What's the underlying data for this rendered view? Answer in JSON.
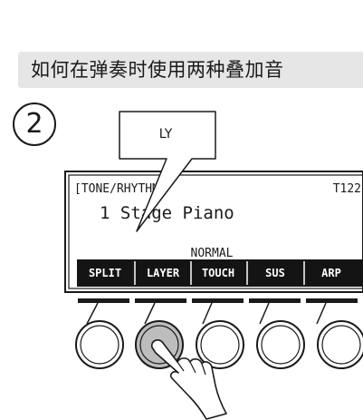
{
  "header": {
    "title": "如何在弹奏时使用两种叠加音"
  },
  "step": {
    "number": "2"
  },
  "callout": {
    "label": "LY"
  },
  "display": {
    "mode_label": "[TONE/RHYTHM]",
    "tempo": "T122",
    "tone_name": "1 Stage Piano",
    "status": "NORMAL",
    "function_labels": [
      "SPLIT",
      "LAYER",
      "TOUCH",
      "SUS",
      "ARP"
    ]
  },
  "buttons": {
    "pressed_index": 1
  },
  "colors": {
    "header_bg": "#e6e6e6",
    "softkey_bar": "#141414",
    "pressed_button": "#bdbdbd"
  }
}
